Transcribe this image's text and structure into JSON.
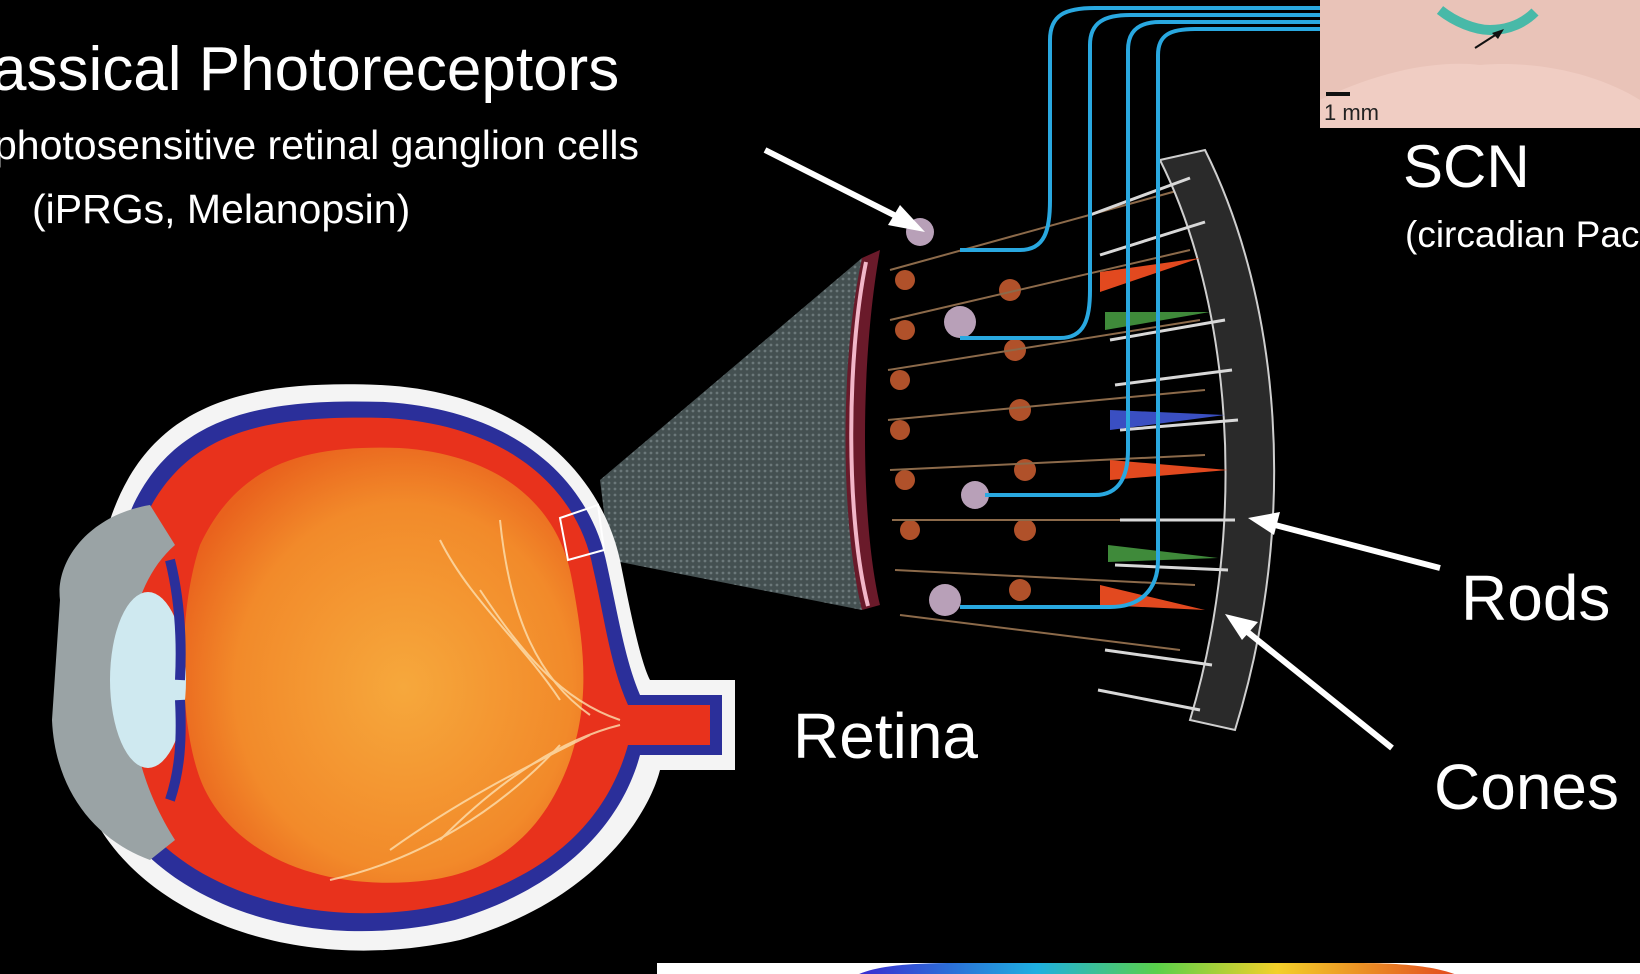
{
  "slide": {
    "title": "assical Photoreceptors",
    "subtitle_line1": "photosensitive retinal ganglion cells",
    "subtitle_line2": "(iPRGs, Melanopsin)"
  },
  "labels": {
    "scn": "SCN",
    "scn_sub": "(circadian Pac",
    "rods": "Rods",
    "cones": "Cones",
    "retina": "Retina",
    "scale_bar": "1 mm"
  },
  "colors": {
    "background": "#000000",
    "text": "#ffffff",
    "axon": "#29a8e0",
    "eye_red": "#e8321c",
    "eye_orange": "#f39a2a",
    "sclera_blue": "#2b2f9a",
    "lens": "#cfe9f0"
  },
  "icons": {
    "arrows": "white-arrow",
    "eye": "eye-cross-section",
    "retina_layers": "retina-cell-layers",
    "brain_inset": "brain-scn-photo"
  }
}
